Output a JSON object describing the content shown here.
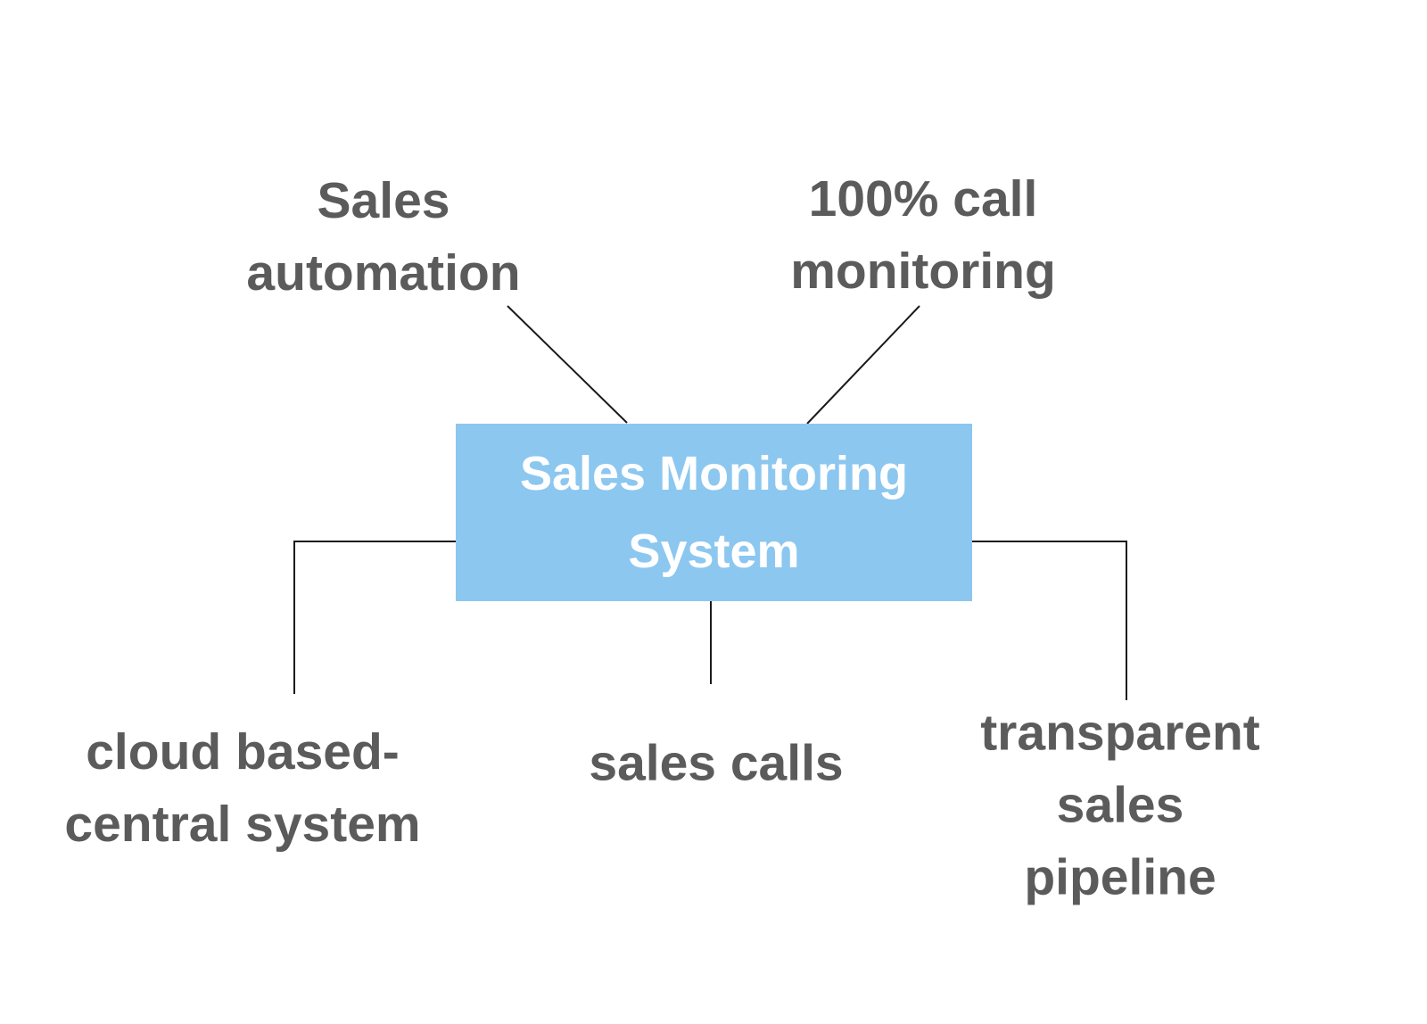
{
  "colors": {
    "background": "#ffffff",
    "accent": "#8cc7f0",
    "box_text": "#ffffff",
    "label_text": "#5b5b5b",
    "line": "#1a1a1a"
  },
  "diagram": {
    "type": "concept-map",
    "center_node": {
      "label": "Sales Monitoring\nSystem"
    },
    "branch_nodes": [
      {
        "id": "sales-automation",
        "label": "Sales\nautomation",
        "position": "top-left"
      },
      {
        "id": "call-monitoring",
        "label": "100% call\nmonitoring",
        "position": "top-right"
      },
      {
        "id": "cloud-central-system",
        "label": "cloud based-\ncentral system",
        "position": "bottom-left"
      },
      {
        "id": "sales-calls",
        "label": "sales calls",
        "position": "bottom-center"
      },
      {
        "id": "transparent-pipeline",
        "label": "transparent\nsales pipeline",
        "position": "bottom-right"
      }
    ]
  }
}
